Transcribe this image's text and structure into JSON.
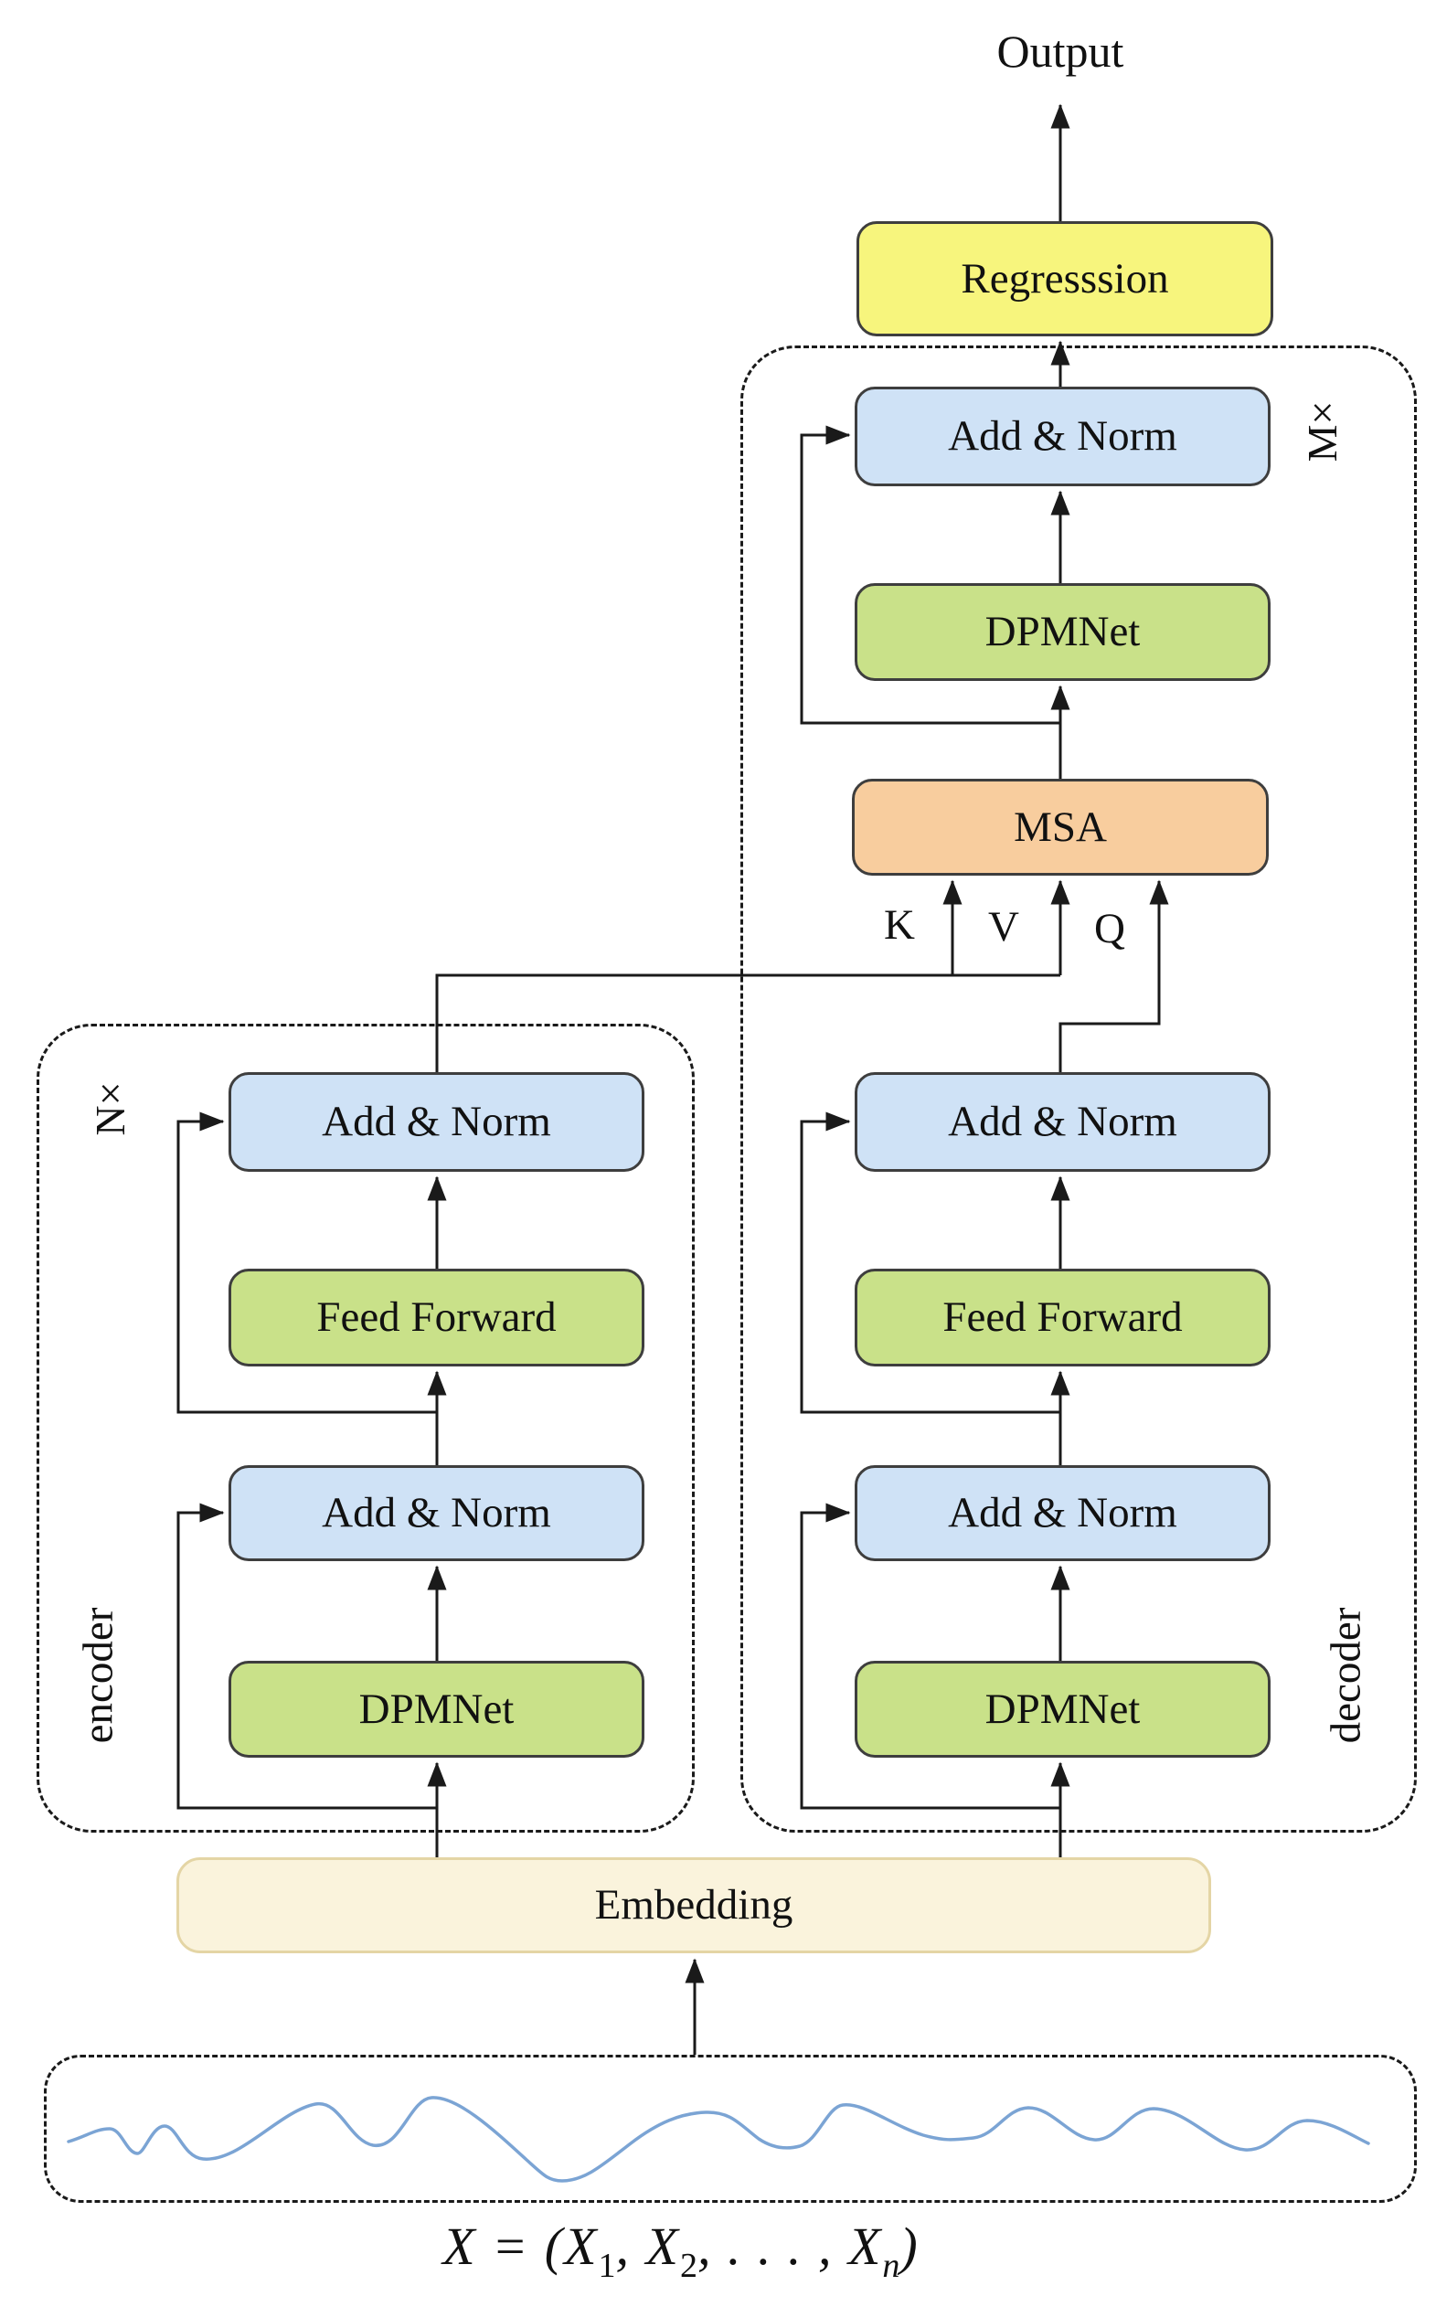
{
  "diagram": {
    "output_label": "Output",
    "boxes": {
      "regression": "Regresssion",
      "add_norm": "Add & Norm",
      "dpmnet": "DPMNet",
      "feed_forward": "Feed Forward",
      "msa": "MSA",
      "embedding": "Embedding"
    },
    "attention_inputs": {
      "k": "K",
      "v": "V",
      "q": "Q"
    },
    "multipliers": {
      "encoder": "N×",
      "decoder": "M×"
    },
    "side_labels": {
      "encoder": "encoder",
      "decoder": "decoder"
    },
    "formula": {
      "p1": "X = (X",
      "s1": "1",
      "p2": ", X",
      "s2": "2",
      "p3": ", . . . , X",
      "s3": "n",
      "p4": ")"
    }
  },
  "colors": {
    "box-blue": "#cfe2f6",
    "box-green": "#c9e189",
    "box-orange": "#f8cd9e",
    "box-yellow": "#f7f57d",
    "box-cream": "#faf3dc",
    "cream-border": "#e4d5a5",
    "node-border": "#3e3e3e",
    "line": "#1a1a1a",
    "wave": "#7ba4d4"
  }
}
